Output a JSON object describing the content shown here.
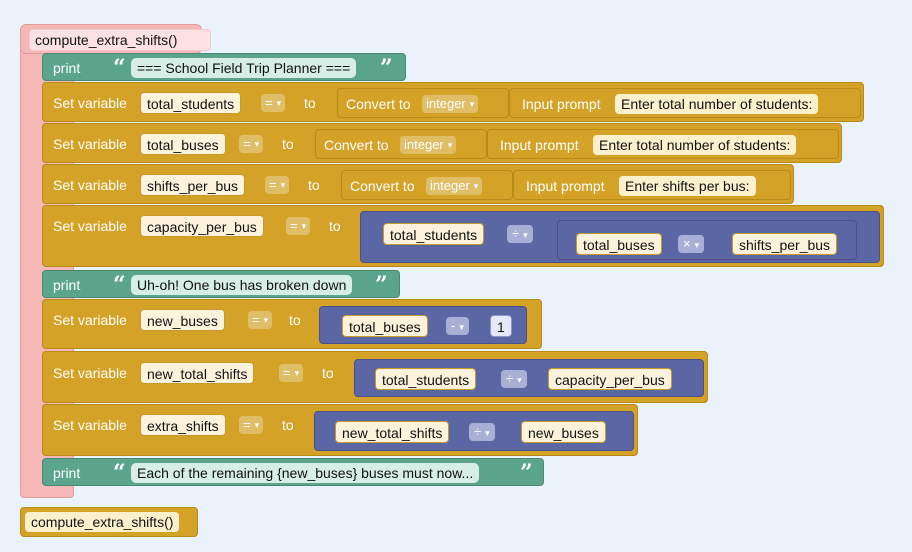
{
  "function": {
    "name": "compute_extra_shifts()",
    "call_name": "compute_extra_shifts()"
  },
  "labels": {
    "print": "print",
    "set_variable": "Set variable",
    "to": "to",
    "convert_to": "Convert to",
    "input_prompt": "Input prompt",
    "assign_op": "="
  },
  "blocks": {
    "print1": {
      "text": "=== School Field Trip Planner ==="
    },
    "set1": {
      "var": "total_students",
      "type": "integer",
      "prompt": "Enter total number of students:"
    },
    "set2": {
      "var": "total_buses",
      "type": "integer",
      "prompt": "Enter total number of students:"
    },
    "set3": {
      "var": "shifts_per_bus",
      "type": "integer",
      "prompt": "Enter shifts per bus:"
    },
    "set4": {
      "var": "capacity_per_bus",
      "left": "total_students",
      "op1": "÷",
      "inner_left": "total_buses",
      "op2": "×",
      "inner_right": "shifts_per_bus"
    },
    "print2": {
      "text": "Uh-oh! One bus has broken down"
    },
    "set5": {
      "var": "new_buses",
      "left": "total_buses",
      "op": "-",
      "num": "1"
    },
    "set6": {
      "var": "new_total_shifts",
      "left": "total_students",
      "op": "÷",
      "right": "capacity_per_bus"
    },
    "set7": {
      "var": "extra_shifts",
      "left": "new_total_shifts",
      "op": "÷",
      "right": "new_buses"
    },
    "print3": {
      "text": "Each of the remaining {new_buses} buses must now..."
    }
  },
  "colors": {
    "function": "#f6b7b7",
    "print": "#5ba58c",
    "variable": "#d3a226",
    "math": "#5b67a5",
    "background": "#eaf3fc"
  }
}
